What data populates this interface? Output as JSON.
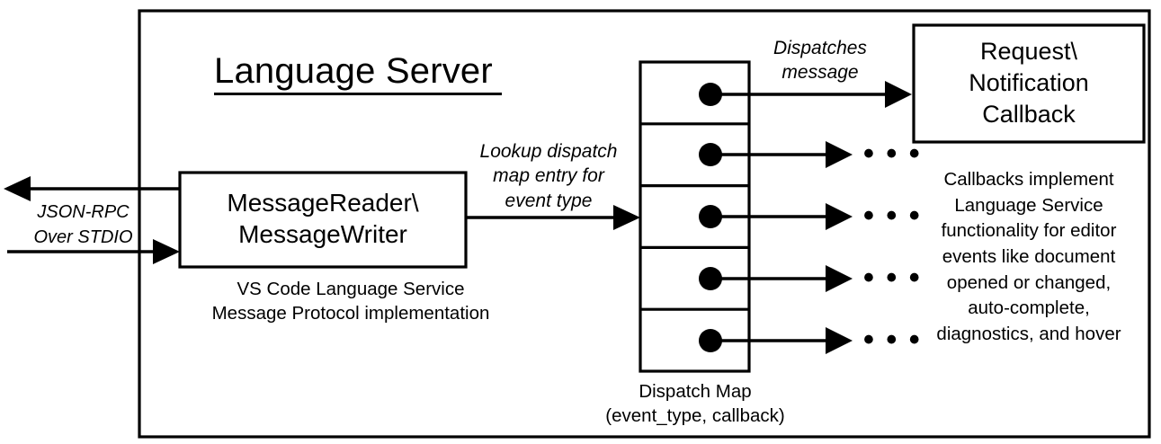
{
  "diagram": {
    "title": "Language Server",
    "outer_container_name": "Language Server",
    "colors": {
      "background": "#ffffff",
      "stroke": "#000000",
      "message_box_fill": "#EAE6F0",
      "dispatch_map_fill": "#FCE7D8",
      "callback_box_fill": "#E8EEDC"
    },
    "left_channel": {
      "label_line1": "JSON-RPC",
      "label_line2": "Over STDIO",
      "outbound_arrow": "arrow pointing left out of the language server",
      "inbound_arrow": "arrow pointing right into the language server"
    },
    "message_box": {
      "line1": "MessageReader\\",
      "line2": "MessageWriter",
      "caption_line1": "VS Code Language Service",
      "caption_line2": "Message Protocol implementation"
    },
    "lookup_annotation": {
      "line1": "Lookup dispatch",
      "line2": "map entry for",
      "line3": "event type"
    },
    "dispatch_map": {
      "caption_line1": "Dispatch Map",
      "caption_line2": "(event_type, callback)",
      "cell_count": 5,
      "cells": [
        {
          "index": 1,
          "dot": true,
          "target": "Request\\ Notification Callback"
        },
        {
          "index": 2,
          "dot": true,
          "target": "..."
        },
        {
          "index": 3,
          "dot": true,
          "target": "..."
        },
        {
          "index": 4,
          "dot": true,
          "target": "..."
        },
        {
          "index": 5,
          "dot": true,
          "target": "..."
        }
      ]
    },
    "dispatch_annotation": {
      "line1": "Dispatches",
      "line2": "message"
    },
    "callback_box": {
      "line1": "Request\\",
      "line2": "Notification",
      "line3": "Callback",
      "caption_line1": "Callbacks implement",
      "caption_line2": "Language Service",
      "caption_line3": "functionality for editor",
      "caption_line4": "events like document",
      "caption_line5": "opened or changed,",
      "caption_line6": "auto-complete,",
      "caption_line7": "diagnostics, and hover"
    },
    "ellipses": {
      "glyph": "• • •",
      "count": 4
    }
  }
}
